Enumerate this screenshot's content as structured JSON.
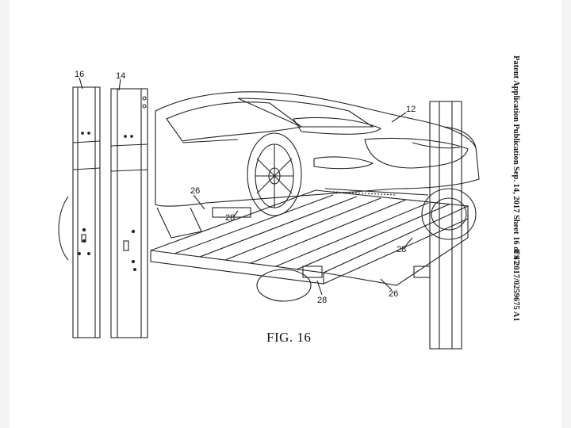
{
  "header": {
    "publication": "Patent Application Publication",
    "date_sheet": "Sep. 14, 2017   Sheet 16 of 47",
    "pub_number": "US 2017/0259675 A1"
  },
  "figure": {
    "caption": "FIG. 16",
    "refs": {
      "r16": "16",
      "r14": "14",
      "r12": "12",
      "r26_top": "26",
      "r28_top": "28",
      "r28_right": "28",
      "r28_bottom": "28",
      "r26_bottom": "26"
    }
  }
}
